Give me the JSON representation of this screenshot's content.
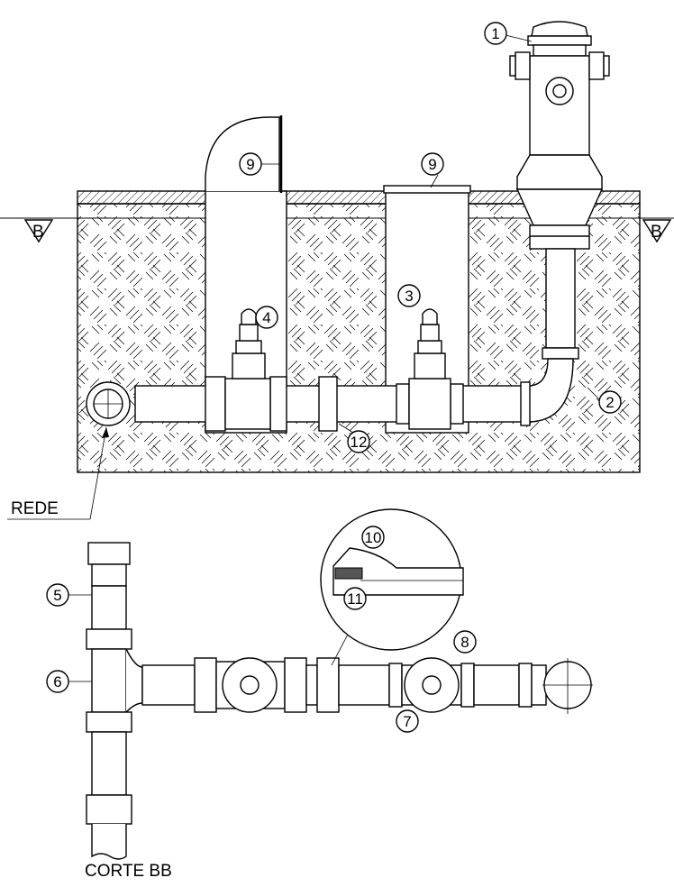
{
  "section_marker_left": "B",
  "section_marker_right": "B",
  "network_label": "REDE",
  "section_title": "CORTE BB",
  "callouts": {
    "c1": "1",
    "c2": "2",
    "c3": "3",
    "c4": "4",
    "c5": "5",
    "c6": "6",
    "c7": "7",
    "c8": "8",
    "c9a": "9",
    "c9b": "9",
    "c10": "10",
    "c11": "11",
    "c12": "12"
  }
}
